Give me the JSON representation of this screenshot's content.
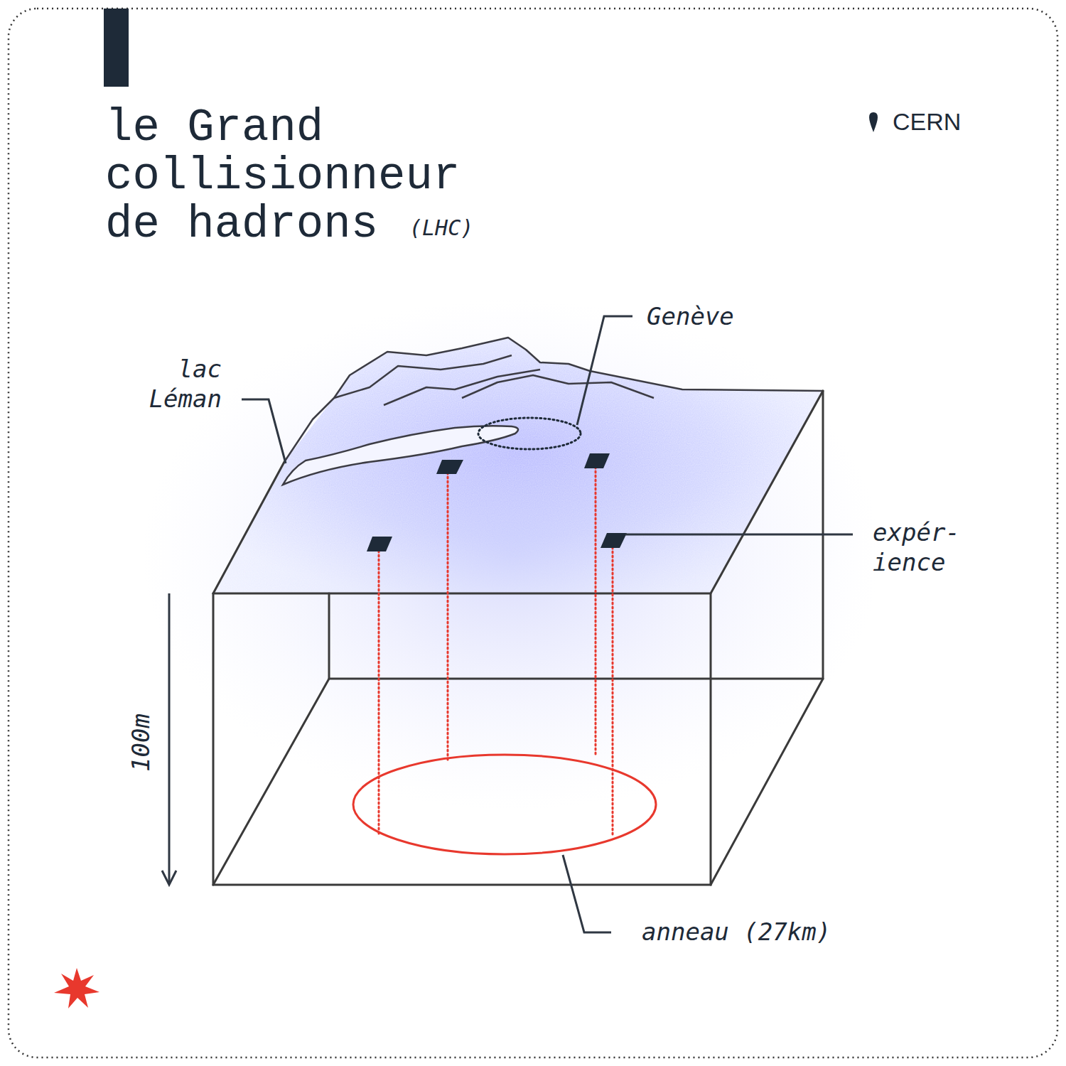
{
  "diagram": {
    "title": "le Grand collisionneur de hadrons",
    "labels": [
      "(LHC)",
      "CERN",
      "lac Léman",
      "Genève",
      "expér- ience",
      "anneau (27km)",
      "100m"
    ]
  }
}
